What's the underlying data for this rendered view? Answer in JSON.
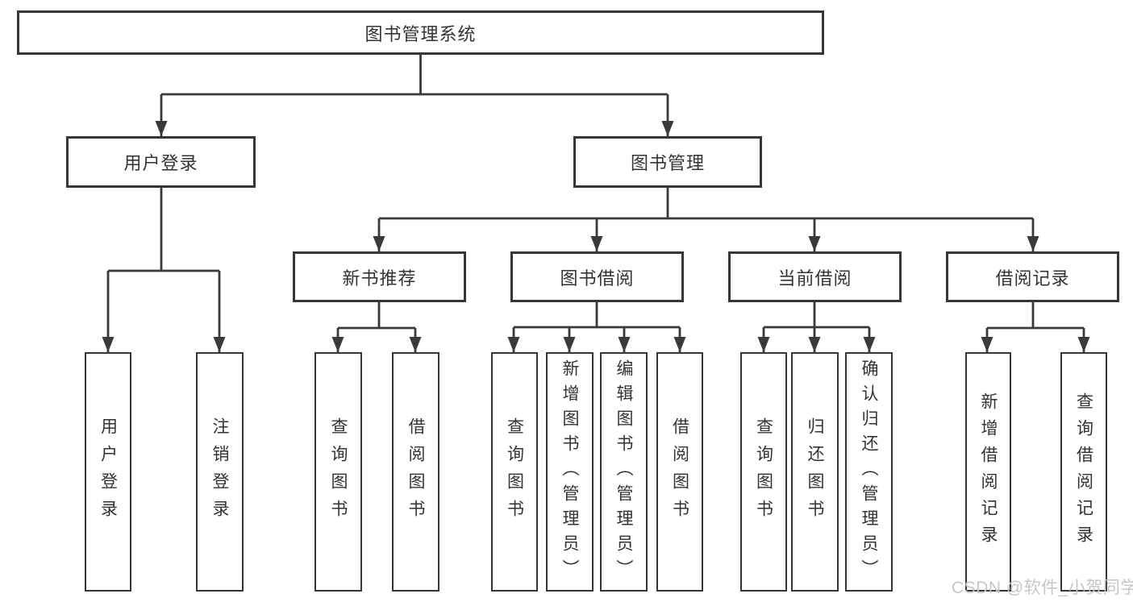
{
  "tree": {
    "label": "图书管理系统",
    "children": [
      {
        "label": "用户登录",
        "children": [
          {
            "label": "用户登录"
          },
          {
            "label": "注销登录"
          }
        ]
      },
      {
        "label": "图书管理",
        "children": [
          {
            "label": "新书推荐",
            "children": [
              {
                "label": "查询图书"
              },
              {
                "label": "借阅图书"
              }
            ]
          },
          {
            "label": "图书借阅",
            "children": [
              {
                "label": "查询图书"
              },
              {
                "label": "新增图书（管理员）"
              },
              {
                "label": "编辑图书（管理员）"
              },
              {
                "label": "借阅图书"
              }
            ]
          },
          {
            "label": "当前借阅",
            "children": [
              {
                "label": "查询图书"
              },
              {
                "label": "归还图书"
              },
              {
                "label": "确认归还（管理员）"
              }
            ]
          },
          {
            "label": "借阅记录",
            "children": [
              {
                "label": "新增借阅记录"
              },
              {
                "label": "查询借阅记录"
              }
            ]
          }
        ]
      }
    ]
  },
  "watermark": {
    "text": "CSDN @软件_小贺同学"
  },
  "colors": {
    "line": "#3a3a3a",
    "box_border": "#363636",
    "text": "#333333",
    "watermark": "#c6c6cb",
    "background": "#ffffff"
  }
}
